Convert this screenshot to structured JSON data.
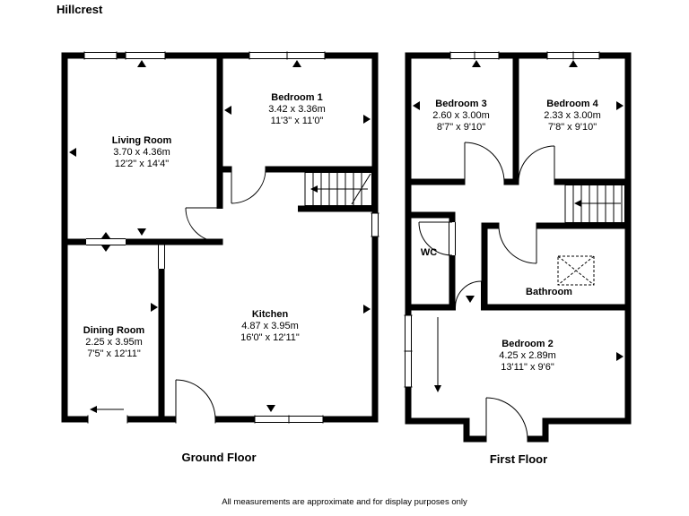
{
  "title": "Hillcrest",
  "disclaimer": "All measurements are approximate and for display purposes only",
  "colors": {
    "wall": "#000000",
    "background": "#ffffff",
    "text": "#000000"
  },
  "ground_floor": {
    "caption": "Ground Floor",
    "rooms": {
      "living": {
        "name": "Living Room",
        "metric": "3.70 x 4.36m",
        "imperial": "12'2\" x 14'4\""
      },
      "bedroom1": {
        "name": "Bedroom 1",
        "metric": "3.42 x 3.36m",
        "imperial": "11'3\" x 11'0\""
      },
      "dining": {
        "name": "Dining Room",
        "metric": "2.25 x 3.95m",
        "imperial": "7'5\" x 12'11\""
      },
      "kitchen": {
        "name": "Kitchen",
        "metric": "4.87 x 3.95m",
        "imperial": "16'0\" x 12'11\""
      }
    }
  },
  "first_floor": {
    "caption": "First Floor",
    "rooms": {
      "bedroom3": {
        "name": "Bedroom 3",
        "metric": "2.60 x 3.00m",
        "imperial": "8'7\" x 9'10\""
      },
      "bedroom4": {
        "name": "Bedroom 4",
        "metric": "2.33 x 3.00m",
        "imperial": "7'8\" x 9'10\""
      },
      "wc": {
        "name": "WC"
      },
      "bathroom": {
        "name": "Bathroom"
      },
      "bedroom2": {
        "name": "Bedroom 2",
        "metric": "4.25 x 2.89m",
        "imperial": "13'11\" x 9'6\""
      }
    }
  }
}
